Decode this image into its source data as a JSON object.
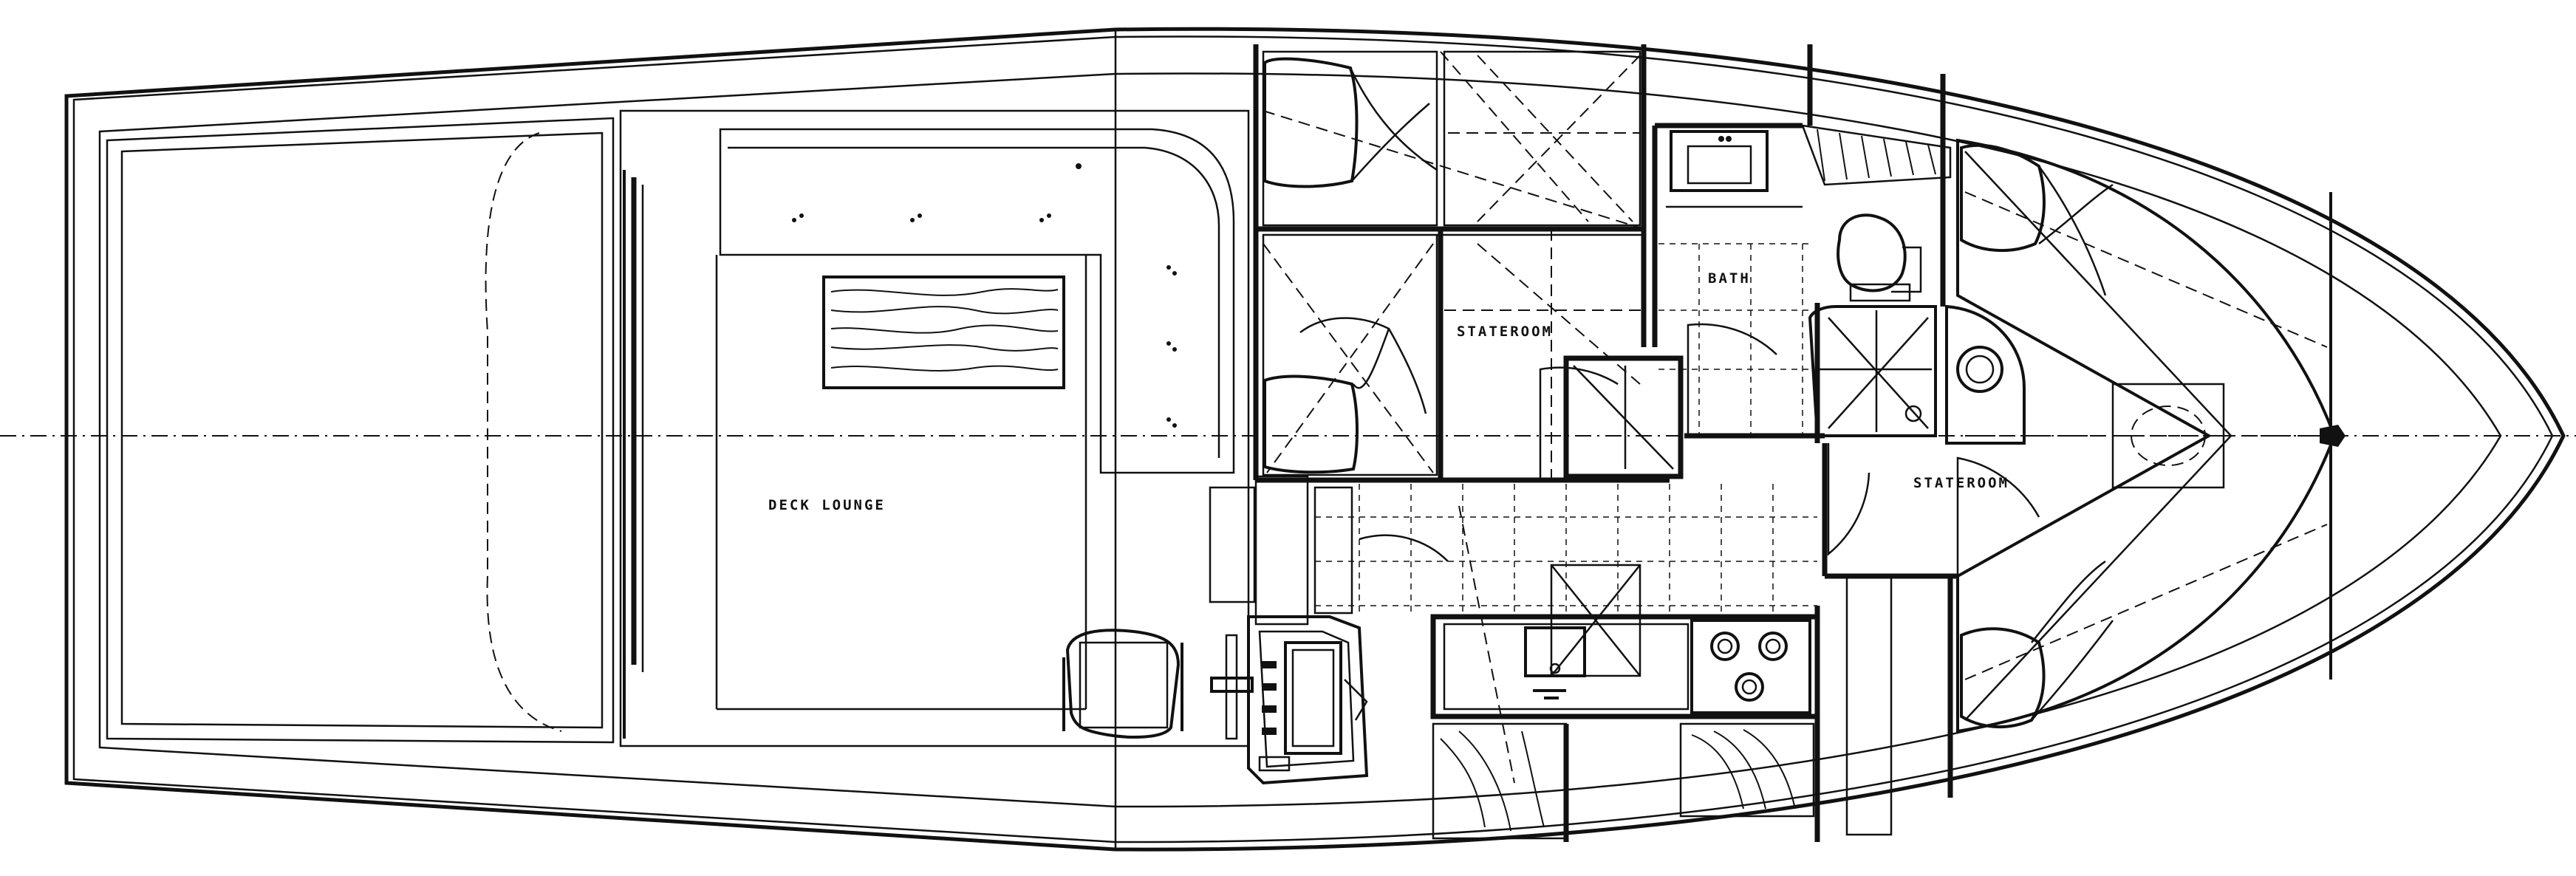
{
  "rooms": {
    "deck_lounge": "DECK LOUNGE",
    "stateroom_mid": "STATEROOM",
    "bath": "BATH",
    "stateroom_fwd": "STATEROOM"
  }
}
